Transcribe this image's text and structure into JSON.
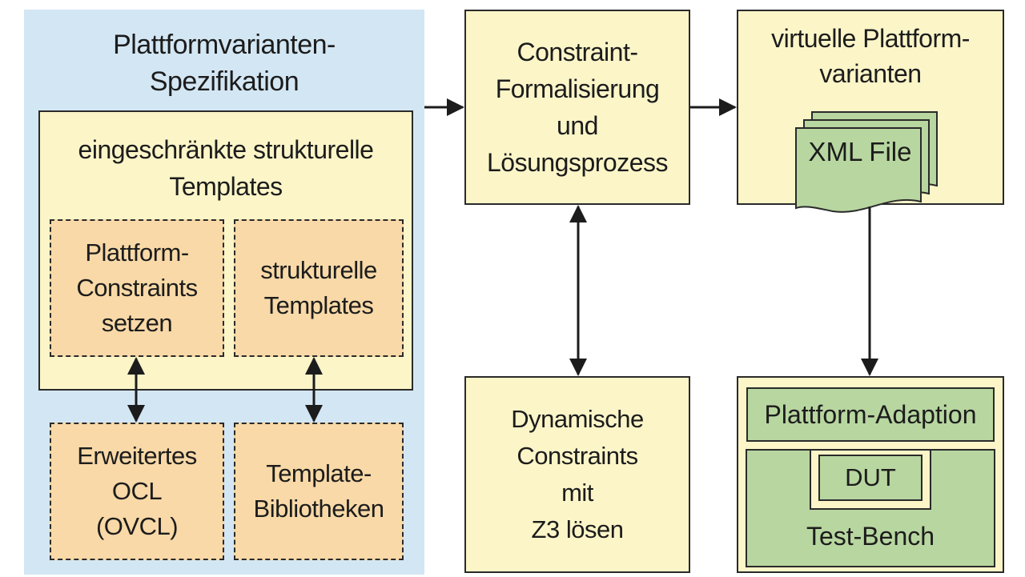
{
  "spec_panel": {
    "title": "Plattformvarianten-\nSpezifikation"
  },
  "templates_box": {
    "title": "eingeschränkte strukturelle\nTemplates",
    "platform_constraints": "Plattform-\nConstraints\nsetzen",
    "structural_templates": "strukturelle\nTemplates",
    "extended_ocl": "Erweitertes\nOCL\n(OVCL)",
    "template_libraries": "Template-\nBibliotheken"
  },
  "formalization_box": {
    "label": "Constraint-\nFormalisierung\nund\nLösungsprozess"
  },
  "virtual_variants_box": {
    "title": "virtuelle Plattform-\nvarianten",
    "xml_file": "XML File"
  },
  "dynamic_box": {
    "label": "Dynamische\nConstraints\nmit\nZ3 lösen"
  },
  "testbench_box": {
    "adaption": "Plattform-Adaption",
    "dut": "DUT",
    "testbench": "Test-Bench"
  },
  "colors": {
    "spec_panel": "#d3e6f3",
    "yellow_box": "#fbf5c8",
    "orange_box": "#f8d9a7",
    "green_box": "#b8d6a0",
    "line": "#1c1c1c"
  }
}
